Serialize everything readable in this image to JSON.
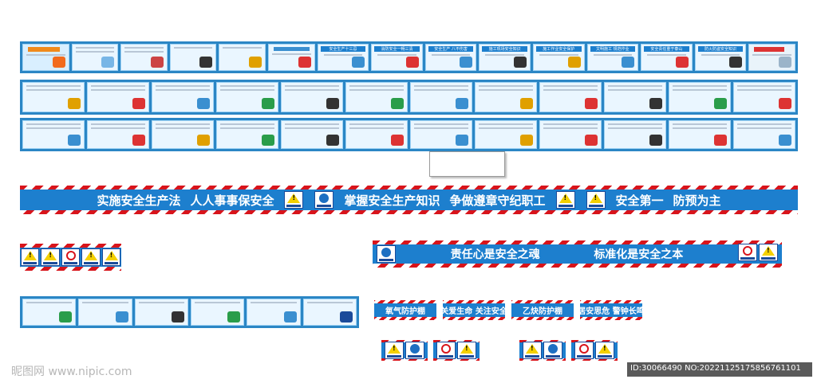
{
  "banners": {
    "long_slogan": [
      "实施安全生产法",
      "人人事事保安全",
      "掌握安全生产知识",
      "争做遵章守纪职工",
      "安全第一",
      "防预为主"
    ],
    "mid_slogan": [
      "责任心是安全之魂",
      "标准化是安全之本"
    ]
  },
  "board_row1_titles": [
    "安全生产十三忌",
    "消防安全一畅三清",
    "安全生产 八不伤害",
    "施工现场安全知识",
    "施工作业安全保护",
    "文明施工 规范作业",
    "安全责任重于泰山",
    "防火防盗安全知识"
  ],
  "small_labels": [
    "氧气防护棚",
    "关爱生命 关注安全",
    "乙炔防护棚",
    "居安思危 警钟长鸣"
  ],
  "watermark": {
    "site": "昵图网 www.nipic.com",
    "id": "ID:30066490 NO:20221125175856761101"
  },
  "colors": {
    "frame_blue": "#2b86c5",
    "bar_blue": "#1d7fce",
    "stripe_red": "#d8141b"
  }
}
